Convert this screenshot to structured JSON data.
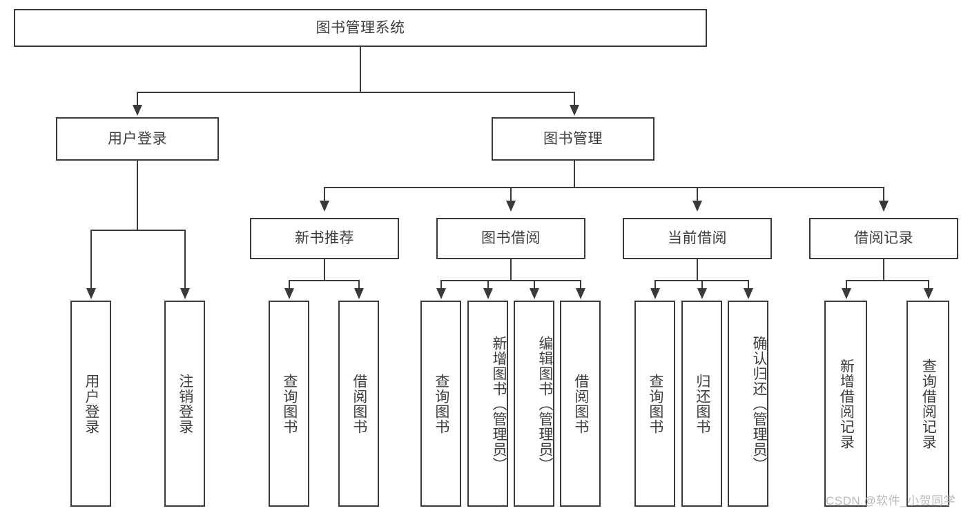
{
  "diagram": {
    "type": "tree-hierarchy",
    "title": "图书管理系统",
    "watermark": "CSDN @软件_小贺同学",
    "colors": {
      "stroke": "#3a3a3a",
      "text": "#3d3d3d",
      "background": "#ffffff",
      "watermark": "#b9b9b9"
    },
    "root": {
      "label": "图书管理系统"
    },
    "level1": [
      {
        "label": "用户登录"
      },
      {
        "label": "图书管理"
      }
    ],
    "level2": [
      {
        "label": "新书推荐"
      },
      {
        "label": "图书借阅"
      },
      {
        "label": "当前借阅"
      },
      {
        "label": "借阅记录"
      }
    ],
    "leaves": {
      "user_login": [
        {
          "label": "用户登录"
        },
        {
          "label": "注销登录"
        }
      ],
      "new_book_recommend": [
        {
          "label": "查询图书"
        },
        {
          "label": "借阅图书"
        }
      ],
      "book_borrow": [
        {
          "label": "查询图书"
        },
        {
          "label": "新增图书（管理员）"
        },
        {
          "label": "编辑图书（管理员）"
        },
        {
          "label": "借阅图书"
        }
      ],
      "current_borrow": [
        {
          "label": "查询图书"
        },
        {
          "label": "归还图书"
        },
        {
          "label": "确认归还（管理员）"
        }
      ],
      "borrow_record": [
        {
          "label": "新增借阅记录"
        },
        {
          "label": "查询借阅记录"
        }
      ]
    }
  }
}
